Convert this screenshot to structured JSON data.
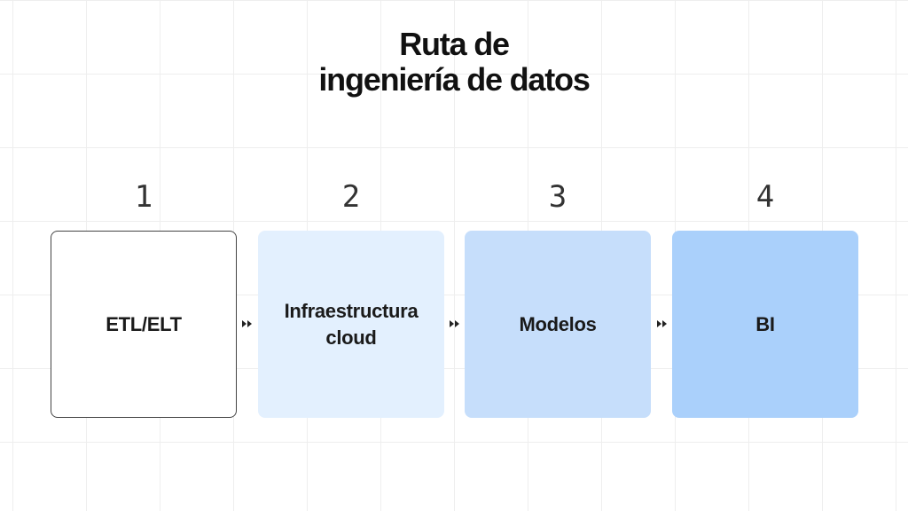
{
  "title": {
    "line1": "Ruta de",
    "line2": "ingeniería de datos"
  },
  "steps": [
    {
      "number": "1",
      "label": "ETL/ELT",
      "color": "#ffffff"
    },
    {
      "number": "2",
      "label": "Infraestructura cloud",
      "color": "#e3f0fe"
    },
    {
      "number": "3",
      "label": "Modelos",
      "color": "#c6defb"
    },
    {
      "number": "4",
      "label": "BI",
      "color": "#aad0fb"
    }
  ],
  "connector_icon": "double-chevron-right-icon"
}
